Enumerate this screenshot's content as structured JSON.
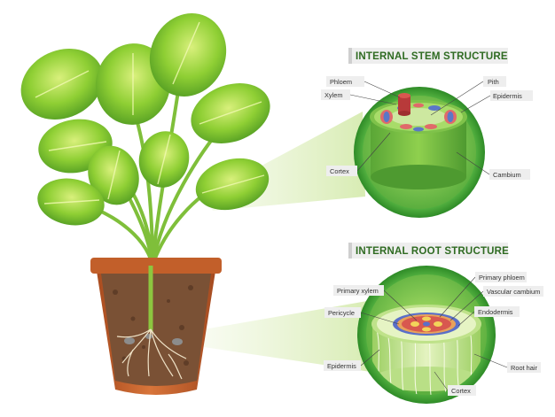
{
  "stem": {
    "title": "INTERNAL STEM STRUCTURE",
    "labels": {
      "phloem": "Phloem",
      "xylem": "Xylem",
      "pith": "Pith",
      "epidermis": "Epidermis",
      "cortex": "Cortex",
      "cambium": "Cambium"
    }
  },
  "root": {
    "title": "INTERNAL ROOT STRUCTURE",
    "labels": {
      "primary_phloem": "Primary phloem",
      "primary_xylem": "Primary xylem",
      "vascular_cambium": "Vascular cambium",
      "pericycle": "Pericycle",
      "endodermis": "Endodermis",
      "epidermis": "Epidermis",
      "root_hair": "Root hair",
      "cortex": "Cortex"
    }
  },
  "colors": {
    "title_green": "#2f6b22",
    "circle_green": "#44a832",
    "leaf_green": "#6fbf2f",
    "pot_orange": "#c0602a",
    "soil_brown": "#7a5135"
  }
}
